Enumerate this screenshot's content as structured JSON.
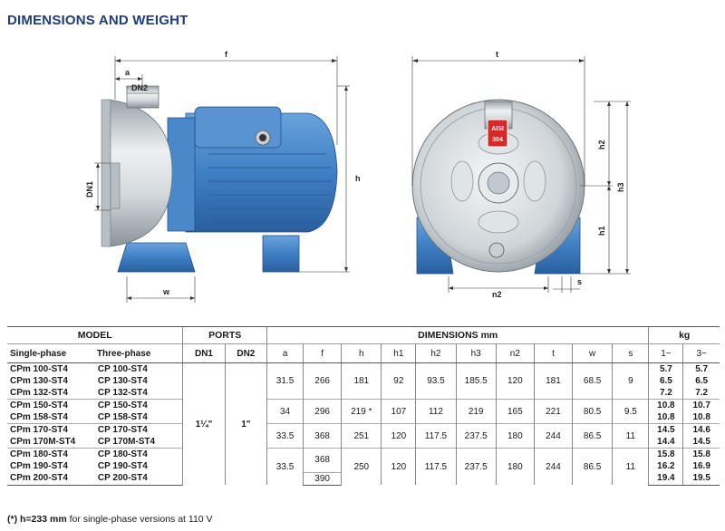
{
  "page": {
    "title": "DIMENSIONS AND WEIGHT"
  },
  "drawing": {
    "labels": [
      "f",
      "a",
      "DN2",
      "DN1",
      "h",
      "w",
      "t",
      "h2",
      "h3",
      "h1",
      "n2",
      "s"
    ],
    "badge": [
      "AISI",
      "304"
    ]
  },
  "table": {
    "group_headers": {
      "model": "MODEL",
      "ports": "PORTS",
      "dimensions": "DIMENSIONS mm",
      "weight": "kg"
    },
    "columns": [
      "Single-phase",
      "Three-phase",
      "DN1",
      "DN2",
      "a",
      "f",
      "h",
      "h1",
      "h2",
      "h3",
      "n2",
      "t",
      "w",
      "s",
      "1~",
      "3~"
    ],
    "ports": {
      "dn1": "1¼\"",
      "dn2": "1\""
    },
    "models": [
      {
        "single": "CPm 100-ST4",
        "three": "CP 100-ST4",
        "kg1": "5.7",
        "kg3": "5.7"
      },
      {
        "single": "CPm 130-ST4",
        "three": "CP 130-ST4",
        "kg1": "6.5",
        "kg3": "6.5"
      },
      {
        "single": "CPm 132-ST4",
        "three": "CP 132-ST4",
        "kg1": "7.2",
        "kg3": "7.2"
      },
      {
        "single": "CPm 150-ST4",
        "three": "CP 150-ST4",
        "kg1": "10.8",
        "kg3": "10.7"
      },
      {
        "single": "CPm 158-ST4",
        "three": "CP 158-ST4",
        "kg1": "10.8",
        "kg3": "10.8"
      },
      {
        "single": "CPm 170-ST4",
        "three": "CP 170-ST4",
        "kg1": "14.5",
        "kg3": "14.6"
      },
      {
        "single": "CPm 170M-ST4",
        "three": "CP 170M-ST4",
        "kg1": "14.4",
        "kg3": "14.5"
      },
      {
        "single": "CPm 180-ST4",
        "three": "CP 180-ST4",
        "kg1": "15.8",
        "kg3": "15.8"
      },
      {
        "single": "CPm 190-ST4",
        "three": "CP 190-ST4",
        "kg1": "16.2",
        "kg3": "16.9"
      },
      {
        "single": "CPm 200-ST4",
        "three": "CP 200-ST4",
        "kg1": "19.4",
        "kg3": "19.5"
      }
    ],
    "groups": [
      {
        "a": "31.5",
        "f": "266",
        "h": "181",
        "h1": "92",
        "h2": "93.5",
        "h3": "185.5",
        "n2": "120",
        "t": "181",
        "w": "68.5",
        "s": "9"
      },
      {
        "a": "34",
        "f": "296",
        "h": "219 *",
        "h1": "107",
        "h2": "112",
        "h3": "219",
        "n2": "165",
        "t": "221",
        "w": "80.5",
        "s": "9.5"
      },
      {
        "a": "33.5",
        "f": "368",
        "h": "251",
        "h1": "120",
        "h2": "117.5",
        "h3": "237.5",
        "n2": "180",
        "t": "244",
        "w": "86.5",
        "s": "11"
      },
      {
        "a": "33.5",
        "f_top": "368",
        "f_bottom": "390",
        "h": "250",
        "h1": "120",
        "h2": "117.5",
        "h3": "237.5",
        "n2": "180",
        "t": "244",
        "w": "86.5",
        "s": "11"
      }
    ]
  },
  "footnote": {
    "bold": "(*) h=233 mm",
    "rest": " for single-phase versions at 110 V"
  },
  "colors": {
    "title": "#1f3d78",
    "pump_blue": "#3f7fc4",
    "steel": "#c9cfd4",
    "badge_red": "#d42a2a"
  }
}
